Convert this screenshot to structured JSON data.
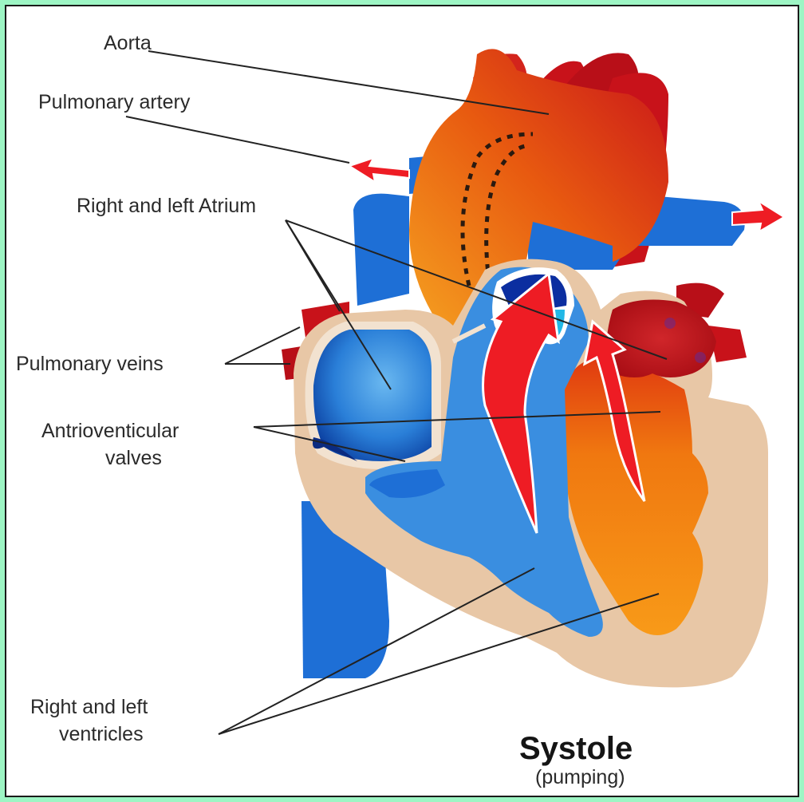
{
  "labels": {
    "aorta": "Aorta",
    "pulmonary_artery": "Pulmonary artery",
    "atrium": "Right and left Atrium",
    "pulmonary_veins": "Pulmonary veins",
    "valves_line1": "Antrioventicular",
    "valves_line2": "valves",
    "ventricles_line1": "Right and left",
    "ventricles_line2": "ventricles"
  },
  "title": "Systole",
  "subtitle": "(pumping)",
  "colors": {
    "background_border": "#9df5c4",
    "deoxygenated_blue": "#1e6fd6",
    "oxygenated_red": "#c8121a",
    "left_chamber_orange": "#f08a10",
    "wall_tan": "#e8c7a6",
    "arrow_red": "#ee1c24"
  }
}
